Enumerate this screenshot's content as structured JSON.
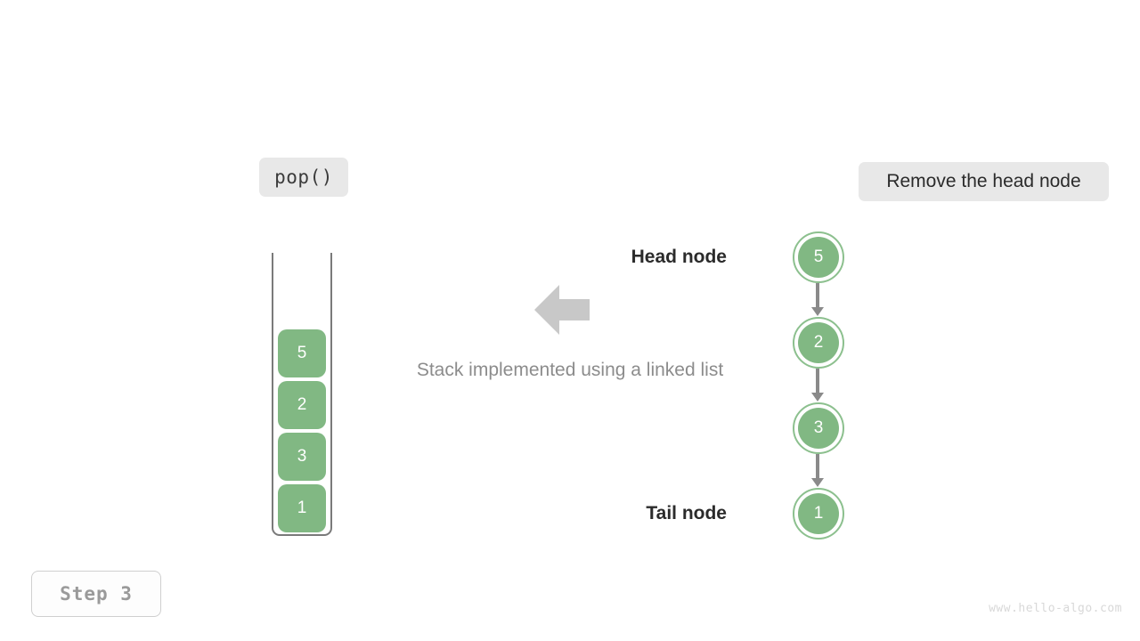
{
  "diagram": {
    "operation_label": "pop()",
    "description_label": "Remove the head node",
    "caption": "Stack implemented using a linked list",
    "step_label": "Step 3",
    "watermark": "www.hello-algo.com",
    "arrow_icon": "left-arrow-icon"
  },
  "stack": {
    "cells": [
      {
        "value": "5"
      },
      {
        "value": "2"
      },
      {
        "value": "3"
      },
      {
        "value": "1"
      }
    ]
  },
  "linked_list": {
    "head_label": "Head node",
    "tail_label": "Tail node",
    "nodes": [
      {
        "value": "5"
      },
      {
        "value": "2"
      },
      {
        "value": "3"
      },
      {
        "value": "1"
      }
    ]
  },
  "colors": {
    "node_fill": "#81b883",
    "node_ring": "#8cc08e",
    "pill_bg": "#e8e8e8",
    "link_gray": "#8a8a8a",
    "arrow_gray": "#c8c8c8",
    "caption_gray": "#8c8c8c",
    "step_gray": "#9a9a9a",
    "watermark_gray": "#d8d8d8"
  }
}
